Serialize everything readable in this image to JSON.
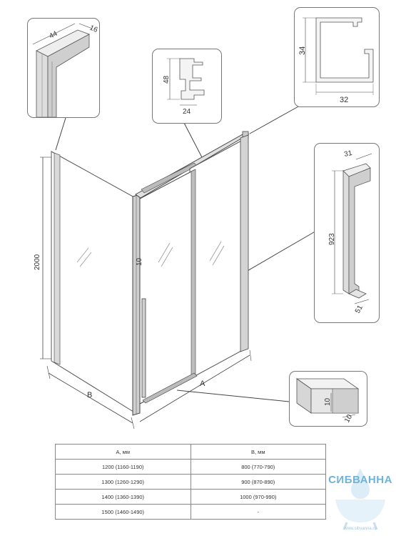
{
  "dimensions": {
    "height": "2000",
    "width_a": "A",
    "width_b": "B",
    "glass_thickness": "10",
    "handle_length": "923",
    "handle_depth": "31",
    "handle_base": "51"
  },
  "profile_top_left": {
    "width": "44",
    "depth": "16"
  },
  "profile_top_middle": {
    "height": "48",
    "width": "24"
  },
  "profile_top_right": {
    "height": "34",
    "width": "32"
  },
  "profile_bottom": {
    "height": "10",
    "width": "10"
  },
  "table": {
    "headers": [
      "A, мм",
      "B, мм"
    ],
    "rows": [
      [
        "1200 (1160-1190)",
        "800 (770-790)"
      ],
      [
        "1300 (1260-1290)",
        "900 (870-890)"
      ],
      [
        "1400 (1360-1390)",
        "1000 (970-990)"
      ],
      [
        "1500 (1460-1490)",
        "-"
      ]
    ]
  },
  "logo": {
    "name": "СИБВАННА",
    "url": "www.sibvanna.ru"
  }
}
